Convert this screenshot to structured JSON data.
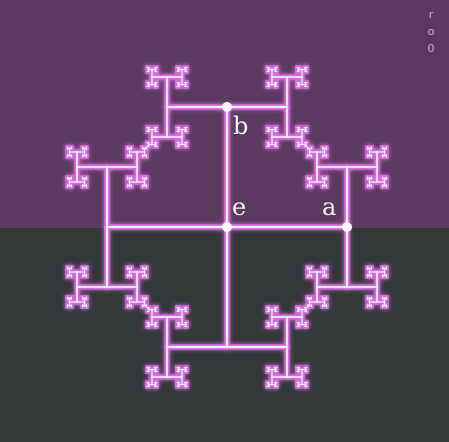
{
  "labels": {
    "b": "b",
    "e": "e",
    "a": "a"
  },
  "corner_marks": [
    "r",
    "o",
    "0"
  ],
  "colors": {
    "background_top": "#5a3a5e",
    "background_bottom": "#323938",
    "line": "#e8f0f6",
    "glow": "#d86ae0",
    "node": "#ffffff"
  }
}
